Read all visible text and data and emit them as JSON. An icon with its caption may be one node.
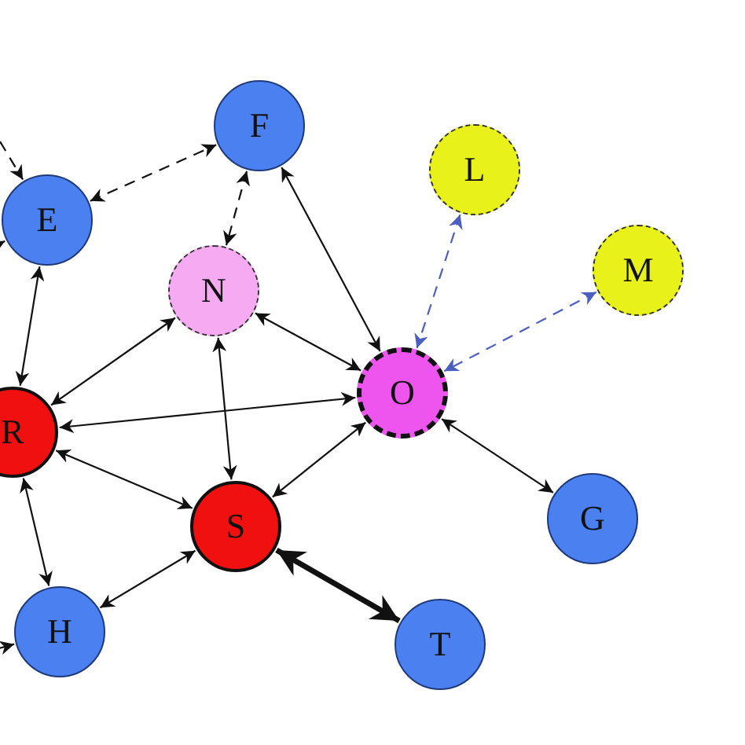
{
  "diagram": {
    "nodes": [
      {
        "text": [
          "F"
        ]
      },
      {
        "text": [
          "L"
        ]
      },
      {
        "text": [
          "E"
        ]
      },
      {
        "text": [
          "M"
        ]
      },
      {
        "text": [
          "N"
        ]
      },
      {
        "text": [
          "O"
        ]
      },
      {
        "text": [
          "R"
        ]
      },
      {
        "text": [
          "G"
        ]
      },
      {
        "text": [
          "S"
        ]
      },
      {
        "text": [
          "H"
        ]
      },
      {
        "text": [
          "T"
        ]
      }
    ],
    "edges": [
      {
        "from": null,
        "to": 2,
        "arrow": "to",
        "style": "dashed"
      },
      {
        "from": null,
        "to": 2,
        "arrow": "to"
      },
      {
        "from": 2,
        "to": 0,
        "arrow": "both",
        "style": "dashed"
      },
      {
        "from": 0,
        "to": 4,
        "arrow": "both",
        "style": "dashed"
      },
      {
        "from": 0,
        "to": 5,
        "arrow": "both"
      },
      {
        "from": 1,
        "to": 5,
        "arrow": "both",
        "style": "dashed",
        "color": "#4a5fc1"
      },
      {
        "from": 3,
        "to": 5,
        "arrow": "both",
        "style": "dashed",
        "color": "#4a5fc1"
      },
      {
        "from": 4,
        "to": 5,
        "arrow": "both"
      },
      {
        "from": 4,
        "to": 6,
        "arrow": "both"
      },
      {
        "from": 4,
        "to": 8,
        "arrow": "both"
      },
      {
        "from": 2,
        "to": 6,
        "arrow": "both"
      },
      {
        "from": 6,
        "to": 5,
        "arrow": "both"
      },
      {
        "from": 6,
        "to": 8,
        "arrow": "both"
      },
      {
        "from": 6,
        "to": 9,
        "arrow": "both"
      },
      {
        "from": 9,
        "to": 8,
        "arrow": "both"
      },
      {
        "from": 8,
        "to": 5,
        "arrow": "both"
      },
      {
        "from": 5,
        "to": 7,
        "arrow": "both"
      },
      {
        "from": 8,
        "to": 10,
        "arrow": "both",
        "style": "thick"
      },
      {
        "from": null,
        "to": 9,
        "arrow": "to"
      }
    ]
  }
}
